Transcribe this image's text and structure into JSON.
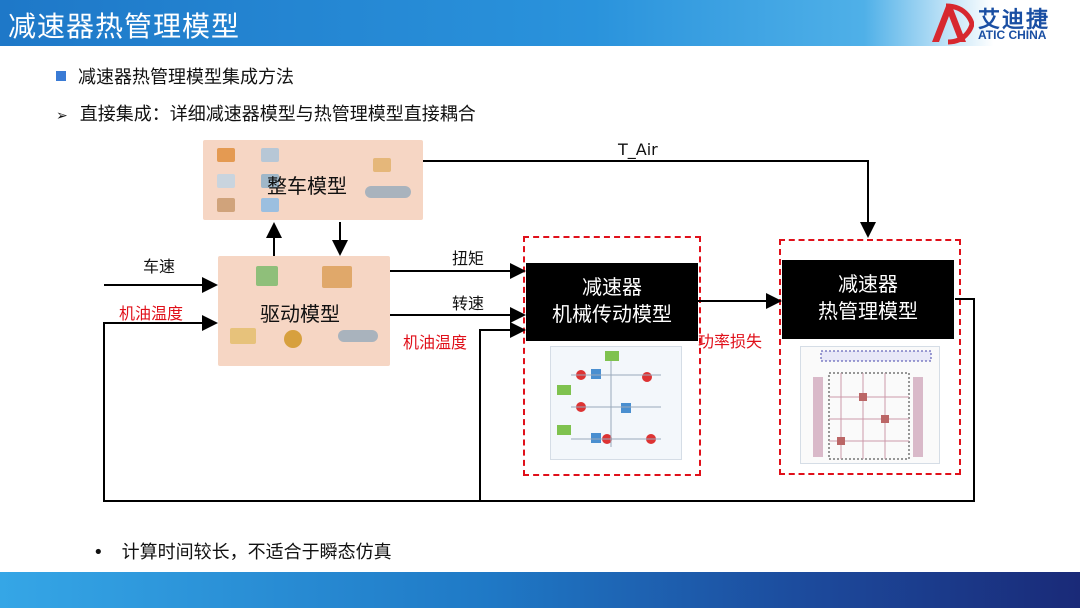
{
  "header": {
    "title": "减速器热管理模型",
    "logo_cn": "艾迪捷",
    "logo_en": "ATIC CHINA"
  },
  "bullets": {
    "section": "减速器热管理模型集成方法",
    "direct": "直接集成：详细减速器模型与热管理模型直接耦合",
    "note": "计算时间较长，不适合于瞬态仿真"
  },
  "diagram": {
    "vehicle_model": "整车模型",
    "drive_model": "驱动模型",
    "reducer_line1": "减速器",
    "reducer_line2": "机械传动模型",
    "thermal_line1": "减速器",
    "thermal_line2": "热管理模型",
    "t_air": "T_Air",
    "speed_in": "车速",
    "oil_temp_in": "机油温度",
    "torque": "扭矩",
    "rot_speed": "转速",
    "oil_temp_mid": "机油温度",
    "power_loss": "功率损失"
  },
  "colors": {
    "accent_blue": "#1e78c8",
    "logo_blue": "#1a4fa3",
    "logo_red": "#d7282f",
    "highlight_red": "#e0101a"
  }
}
